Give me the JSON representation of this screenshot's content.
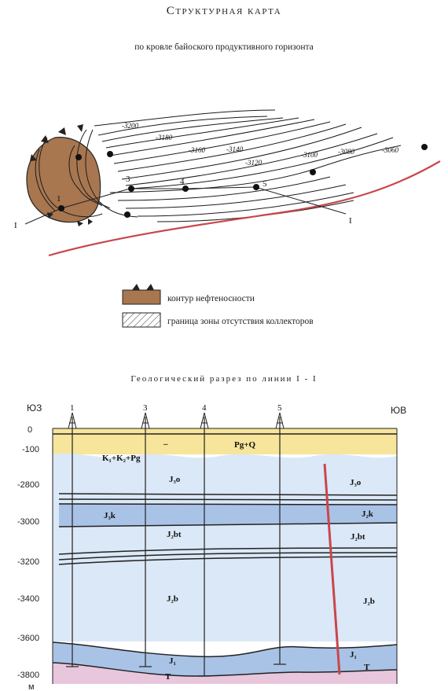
{
  "map": {
    "title": "Структурная карта",
    "subtitle": "по кровле байоского продуктивного горизонта",
    "contour_labels": [
      "-3200",
      "-3180",
      "-3160",
      "-3140",
      "-3120",
      "-3100",
      "-3080",
      "-3060"
    ],
    "wells": [
      "1",
      "3",
      "4",
      "5"
    ],
    "section_line_label": "I"
  },
  "legend": {
    "items": [
      {
        "label": "контур нефтеносности"
      },
      {
        "label": "граница зоны отсутствия коллекторов"
      }
    ]
  },
  "section": {
    "title": "Геологический разрез по линии I - I",
    "left_side": "ЮЗ",
    "right_side": "ЮВ",
    "unit": "м",
    "wells": [
      "1",
      "3",
      "4",
      "5"
    ],
    "depth_ticks": [
      "0",
      "-100",
      "-2800",
      "-3000",
      "-3200",
      "-3400",
      "-3600",
      "-3800"
    ],
    "units": {
      "pgq": "Pg+Q",
      "k": "K₁+K₂+Pg",
      "j3o_left": "J₃o",
      "j3o_right": "J₃o",
      "j3k_left": "J₃k",
      "j3k_right": "J₂k",
      "j2bt_left": "J₂bt",
      "j2bt_right": "J₂bt",
      "j2b_left": "J₂b",
      "j2b_right": "J₂b",
      "j1_left": "J₁",
      "j1_right": "J₁",
      "t_left": "T",
      "t_right": "T"
    },
    "colors": {
      "quaternary": "#f6e59a",
      "jurassic_main": "#dbe8f7",
      "jurassic_band": "#a9c3e6",
      "triassic": "#e8c6dc",
      "fault": "#c9464b"
    }
  },
  "colors": {
    "oil": "#a8764f",
    "boundary": "#c9464b"
  }
}
